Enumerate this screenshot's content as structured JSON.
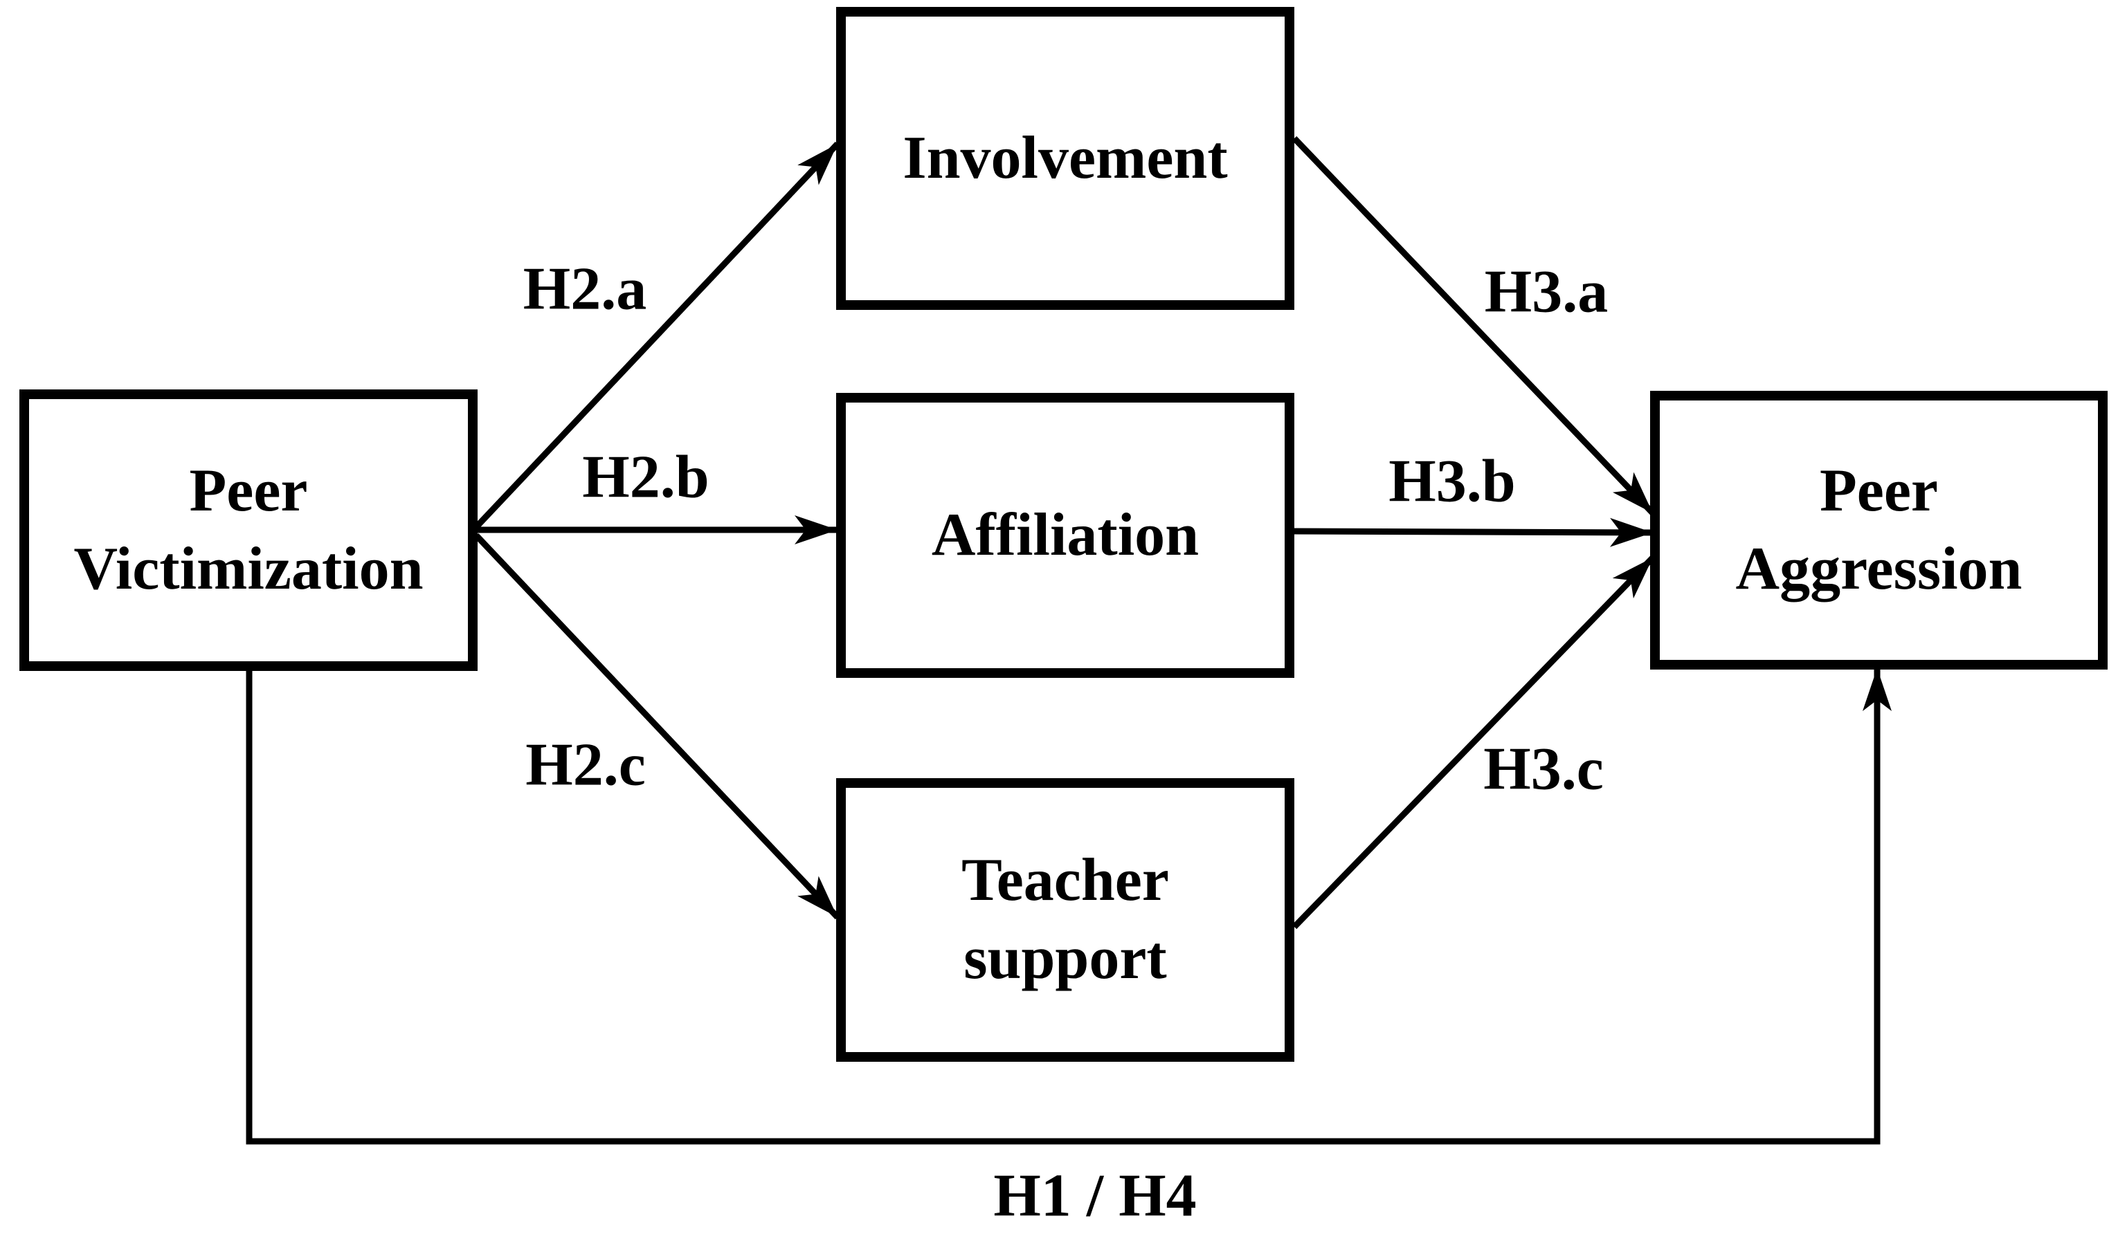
{
  "diagram": {
    "background_color": "#ffffff",
    "line_color": "#000000",
    "text_color": "#000000",
    "nodes": {
      "peer_victimization": {
        "label": "Peer\nVictimization"
      },
      "involvement": {
        "label": "Involvement"
      },
      "affiliation": {
        "label": "Affiliation"
      },
      "teacher_support": {
        "label": "Teacher\nsupport"
      },
      "peer_aggression": {
        "label": "Peer\nAggression"
      }
    },
    "edges": {
      "h2a": {
        "label": "H2.a",
        "from": "peer_victimization",
        "to": "involvement"
      },
      "h2b": {
        "label": "H2.b",
        "from": "peer_victimization",
        "to": "affiliation"
      },
      "h2c": {
        "label": "H2.c",
        "from": "peer_victimization",
        "to": "teacher_support"
      },
      "h3a": {
        "label": "H3.a",
        "from": "involvement",
        "to": "peer_aggression"
      },
      "h3b": {
        "label": "H3.b",
        "from": "affiliation",
        "to": "peer_aggression"
      },
      "h3c": {
        "label": "H3.c",
        "from": "teacher_support",
        "to": "peer_aggression"
      },
      "h1h4": {
        "label": "H1 / H4",
        "from": "peer_victimization",
        "to": "peer_aggression"
      }
    }
  }
}
